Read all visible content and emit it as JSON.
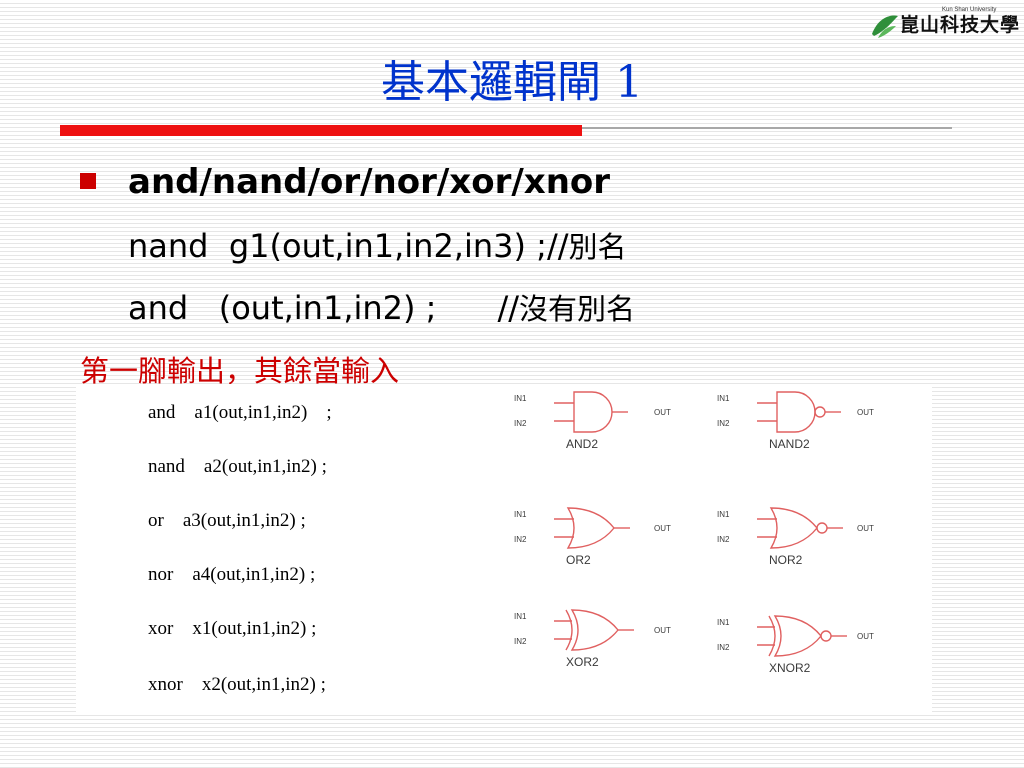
{
  "logo": {
    "text": "崑山科技大學",
    "subtext": "Kun Shan University"
  },
  "title": "基本邏輯閘 1",
  "bullet": {
    "text": "and/nand/or/nor/xor/xnor"
  },
  "lines": [
    {
      "code": "nand  g1(out,in1,in2,in3) ;//",
      "comment": "別名"
    },
    {
      "code": "and   (out,in1,in2) ;      //",
      "comment": "沒有別名"
    }
  ],
  "note": "第一腳輸出，其餘當輸入",
  "examples": [
    "and    a1(out,in1,in2)    ;",
    "nand    a2(out,in1,in2) ;",
    "or    a3(out,in1,in2) ;",
    "nor    a4(out,in1,in2) ;",
    "xor    x1(out,in1,in2) ;",
    "xnor    x2(out,in1,in2) ;"
  ],
  "gates": [
    {
      "name": "AND2",
      "type": "and",
      "in1": "IN1",
      "in2": "IN2",
      "out": "OUT"
    },
    {
      "name": "NAND2",
      "type": "nand",
      "in1": "IN1",
      "in2": "IN2",
      "out": "OUT"
    },
    {
      "name": "OR2",
      "type": "or",
      "in1": "IN1",
      "in2": "IN2",
      "out": "OUT"
    },
    {
      "name": "NOR2",
      "type": "nor",
      "in1": "IN1",
      "in2": "IN2",
      "out": "OUT"
    },
    {
      "name": "XOR2",
      "type": "xor",
      "in1": "IN1",
      "in2": "IN2",
      "out": "OUT"
    },
    {
      "name": "XNOR2",
      "type": "xnor",
      "in1": "IN1",
      "in2": "IN2",
      "out": "OUT"
    }
  ],
  "colors": {
    "title": "#0033cc",
    "accent": "#ee1111",
    "note": "#cc0000",
    "gate": "#e06060"
  }
}
